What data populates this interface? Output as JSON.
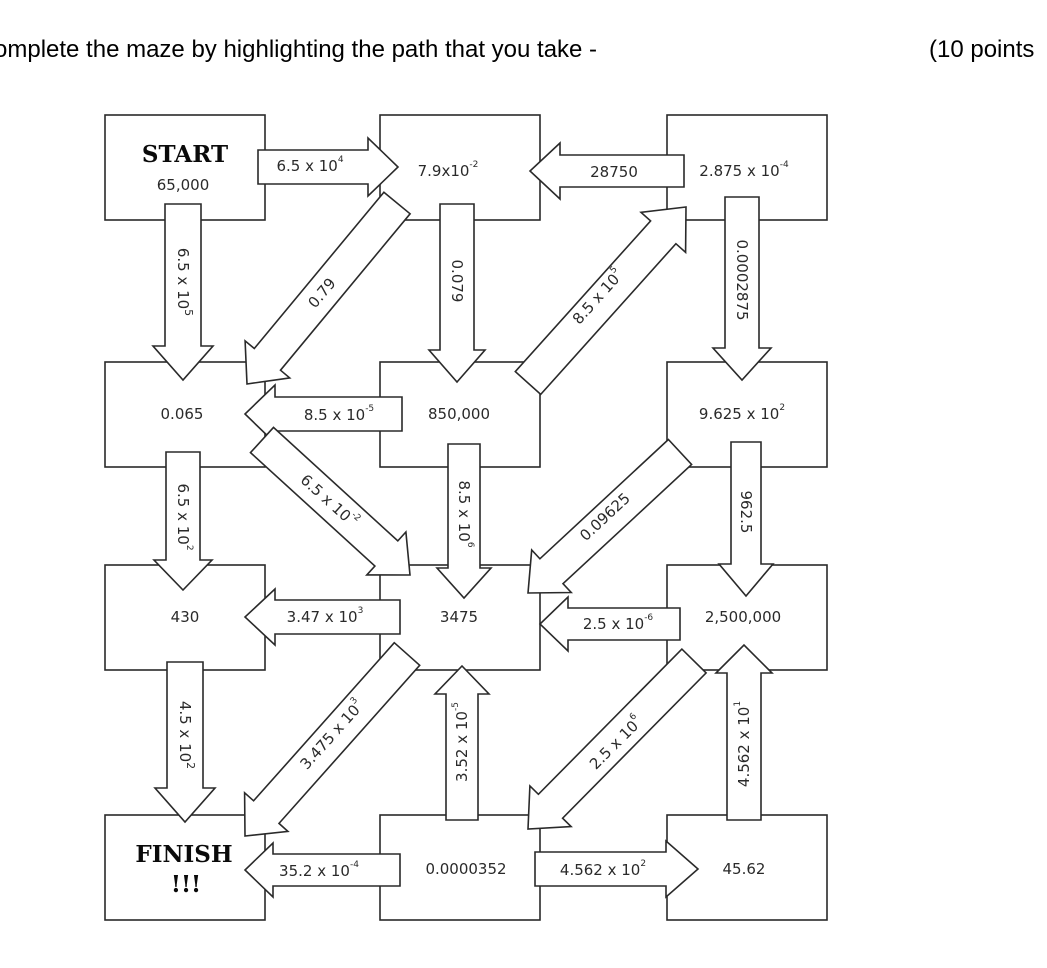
{
  "header": {
    "instruction": "omplete the maze by highlighting the path that you take -",
    "points": "(10 points"
  },
  "cells": {
    "start": {
      "title": "START",
      "value": "65,000"
    },
    "r0c1": "7.9x10",
    "r0c1_exp": "-2",
    "r0c2": "2.875 x 10",
    "r0c2_exp": "-4",
    "r1c0": "0.065",
    "r1c1": "850,000",
    "r1c2": "9.625 x 10",
    "r1c2_exp": "2",
    "r2c0": "430",
    "r2c1": "3475",
    "r2c2": "2,500,000",
    "finish": {
      "title": "FINISH",
      "title2": "!!!"
    },
    "r3c1": "0.0000352",
    "r3c2": "45.62"
  },
  "arrows": {
    "a1": {
      "text": "6.5 x 10",
      "exp": "4"
    },
    "a2": {
      "text": "28750"
    },
    "a3": {
      "text": "6.5 x 10",
      "exp": "5"
    },
    "a4": {
      "text": "0.79"
    },
    "a5": {
      "text": "0.079"
    },
    "a6": {
      "text": "8.5 x 10",
      "exp": "5"
    },
    "a7": {
      "text": "0.0002875"
    },
    "a8": {
      "text": "8.5 x 10",
      "exp": "-5"
    },
    "a9": {
      "text": "6.5 x 10",
      "exp": "2"
    },
    "a10": {
      "text": "6.5 x 10",
      "exp": "-2"
    },
    "a11": {
      "text": "8.5 x 10",
      "exp": "6"
    },
    "a12": {
      "text": "0.09625"
    },
    "a13": {
      "text": "962.5"
    },
    "a14": {
      "text": "3.47 x 10",
      "exp": "3"
    },
    "a15": {
      "text": "2.5 x 10",
      "exp": "-6"
    },
    "a16": {
      "text": "4.5 x 10",
      "exp": "2"
    },
    "a17": {
      "text": "3.475 x 10",
      "exp": "3"
    },
    "a18": {
      "text": "3.52 x 10",
      "exp": "-5"
    },
    "a19": {
      "text": "2.5 x 10",
      "exp": "6"
    },
    "a20": {
      "text": "4.562 x 10",
      "exp": "1"
    },
    "a21": {
      "text": "35.2 x 10",
      "exp": "-4"
    },
    "a22": {
      "text": "4.562 x 10",
      "exp": "2"
    }
  }
}
